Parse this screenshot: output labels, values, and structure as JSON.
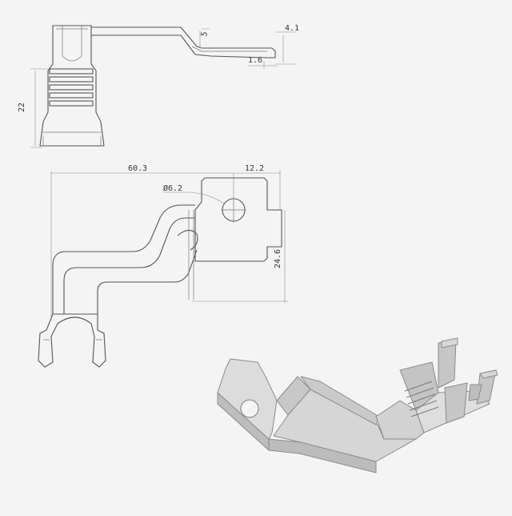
{
  "dimensions": {
    "top_height": "5",
    "right_height": "4.1",
    "slot_width": "1.6",
    "side_height": "22",
    "total_length": "60.3",
    "tab_width": "12.2",
    "hole_diameter": "Ø6.2",
    "tab_height": "24.6"
  },
  "colors": {
    "background": "#f4f4f4",
    "line": "#555555",
    "render_face": "#d9d9d9",
    "render_side": "#bdbdbd",
    "render_edge": "#8a8a8a"
  }
}
